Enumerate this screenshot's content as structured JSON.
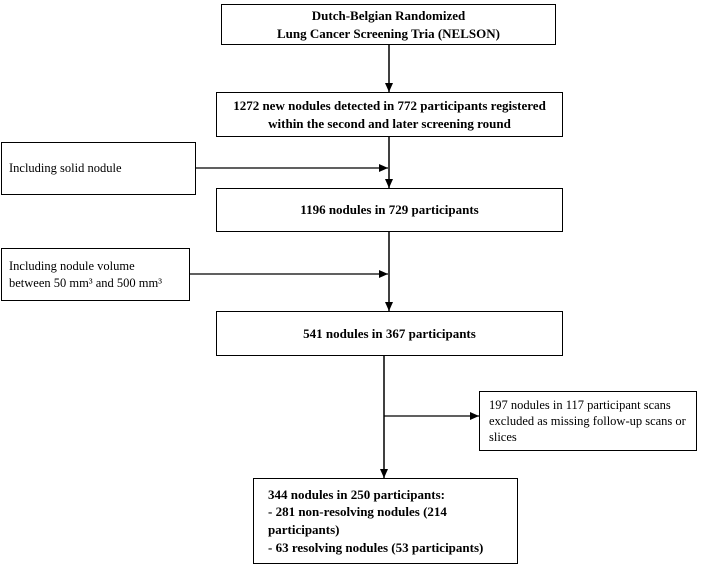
{
  "diagram": {
    "title_box": {
      "lines": [
        "Dutch-Belgian Randomized",
        "Lung Cancer Screening Tria (NELSON)"
      ]
    },
    "step1_box": {
      "lines": [
        "1272 new nodules detected in 772 participants registered",
        "within the second and later screening round"
      ]
    },
    "criterion1_box": {
      "lines": [
        "Including solid nodule"
      ]
    },
    "step2_box": {
      "lines": [
        "1196 nodules in 729 participants"
      ]
    },
    "criterion2_box": {
      "lines": [
        "Including nodule volume",
        "between 50 mm³ and 500 mm³"
      ]
    },
    "step3_box": {
      "lines": [
        "541 nodules in 367 participants"
      ]
    },
    "exclusion_box": {
      "lines": [
        "197 nodules in 117 participant scans",
        "excluded as missing follow-up scans or",
        "slices"
      ]
    },
    "final_box": {
      "lines": [
        "344 nodules in 250 participants:",
        "- 281 non-resolving nodules (214 participants)",
        "- 63 resolving nodules (53 participants)"
      ]
    }
  }
}
